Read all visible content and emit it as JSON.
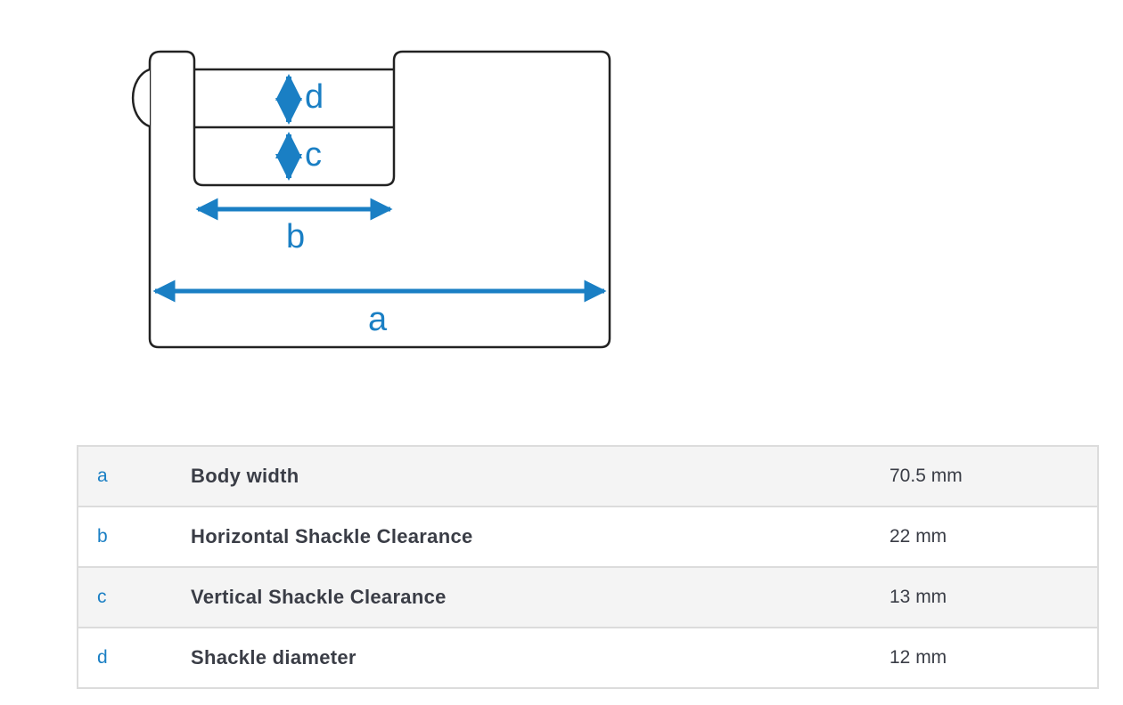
{
  "diagram": {
    "labels": {
      "a": "a",
      "b": "b",
      "c": "c",
      "d": "d"
    },
    "colors": {
      "arrow": "#1a7fc4",
      "outline": "#222222"
    }
  },
  "dimensions": [
    {
      "key": "a",
      "name": "Body width",
      "value": "70.5 mm"
    },
    {
      "key": "b",
      "name": "Horizontal Shackle Clearance",
      "value": "22 mm"
    },
    {
      "key": "c",
      "name": "Vertical Shackle Clearance",
      "value": "13 mm"
    },
    {
      "key": "d",
      "name": "Shackle diameter",
      "value": "12 mm"
    }
  ]
}
